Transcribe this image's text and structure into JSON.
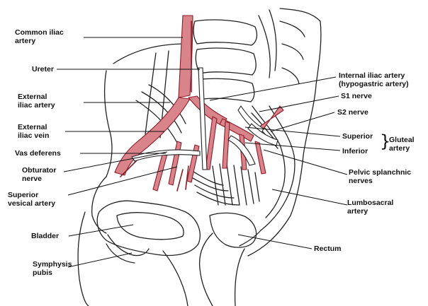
{
  "labels": {
    "common_iliac_artery": [
      "Common iliac",
      "artery"
    ],
    "ureter": [
      "Ureter"
    ],
    "external_iliac_artery": [
      "External",
      "iliac artery"
    ],
    "external_iliac_vein": [
      "External",
      "iliac vein"
    ],
    "vas_deferens": [
      "Vas deferens"
    ],
    "obturator_nerve": [
      "Obturator",
      "nerve"
    ],
    "superior_vesical_artery": [
      "Superior",
      "vesical artery"
    ],
    "bladder": [
      "Bladder"
    ],
    "symphysis_pubis": [
      "Symphysis",
      "pubis"
    ],
    "internal_iliac_artery": [
      "Internal iliac artery",
      "(hypogastric artery)"
    ],
    "s1_nerve": [
      "S1 nerve"
    ],
    "s2_nerve": [
      "S2 nerve"
    ],
    "gluteal_superior": [
      "Superior"
    ],
    "gluteal_inferior": [
      "Inferior"
    ],
    "gluteal_artery": [
      "Gluteal",
      "artery"
    ],
    "pelvic_splanchnic_nerves": [
      "Pelvic splanchnic",
      "nerves"
    ],
    "lumbosacral_artery": [
      "Lumbosacral",
      "artery"
    ],
    "rectum": [
      "Rectum"
    ]
  },
  "colors": {
    "artery": "#d9838b",
    "artery_dark": "#8c1c28",
    "ink": "#111111"
  }
}
